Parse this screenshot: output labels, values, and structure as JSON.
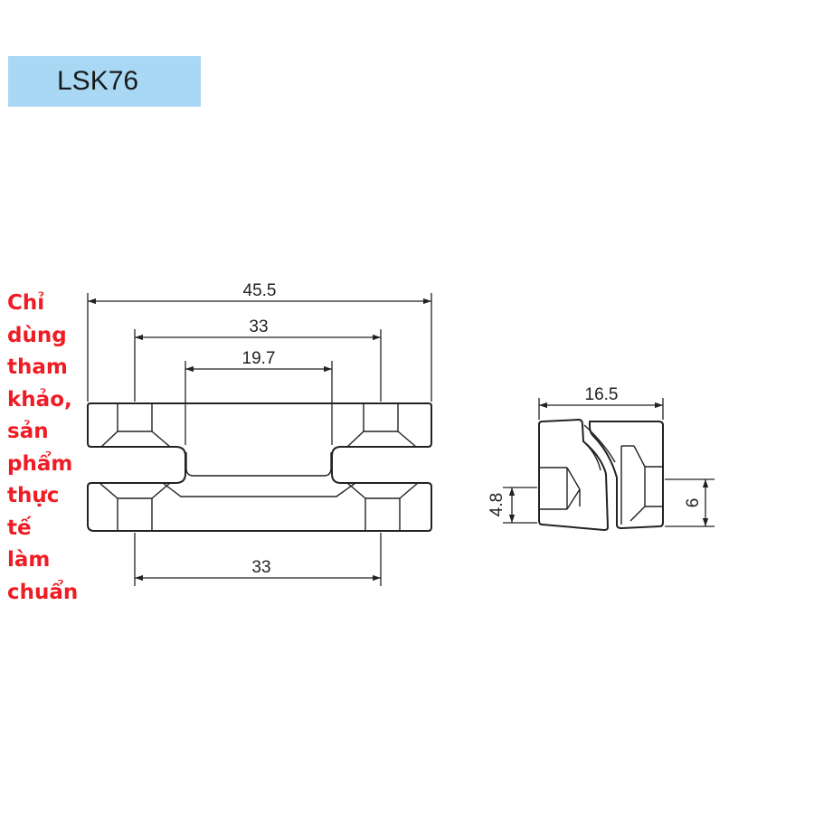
{
  "header": {
    "title": "LSK76"
  },
  "note": {
    "lines": [
      "Chỉ",
      "dùng",
      "tham",
      "khảo,",
      "sản",
      "phẩm",
      "thực",
      "tế",
      "làm",
      "chuẩn"
    ],
    "color": "#ee1c24"
  },
  "colors": {
    "title_bg": "#a9d8f5",
    "line": "#222222"
  },
  "front_view": {
    "dim_overall": "45.5",
    "dim_upper_holes": "33",
    "dim_slot": "19.7",
    "dim_lower_holes": "33"
  },
  "side_view": {
    "dim_width": "16.5",
    "dim_left_height": "4.8",
    "dim_right_height": "6"
  }
}
